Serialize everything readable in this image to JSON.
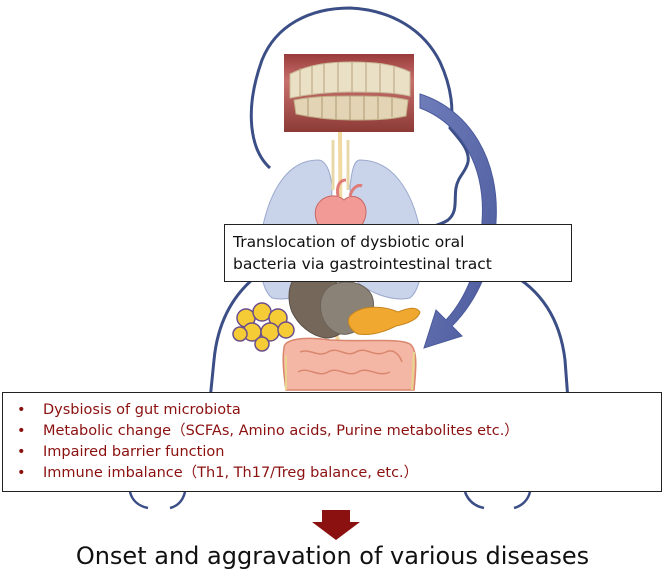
{
  "callout": {
    "line1": "Translocation of dysbiotic oral",
    "line2": "bacteria via gastrointestinal tract"
  },
  "effects": {
    "items": [
      "Dysbiosis of gut microbiota",
      "Metabolic change（SCFAs, Amino acids, Purine metabolites etc.）",
      "Impaired barrier function",
      "Immune imbalance（Th1, Th17/Treg balance,  etc.）"
    ],
    "bullet": "•"
  },
  "conclusion": "Onset and aggravation of various diseases",
  "colors": {
    "body_outline": "#3b4e86",
    "arrow_blue": "#5a69aa",
    "effects_text": "#8b1010",
    "down_arrow": "#8b1010",
    "lungs": "#c9d3ea",
    "liver": "#75675a",
    "pancreas": "#f0a830",
    "intestine": "#f5b7a5",
    "fat": "#f5cc35"
  },
  "icons": [
    "human-silhouette",
    "teeth-photo",
    "lungs",
    "heart",
    "liver",
    "stomach",
    "pancreas",
    "adipose-tissue",
    "intestine",
    "curved-arrow"
  ]
}
